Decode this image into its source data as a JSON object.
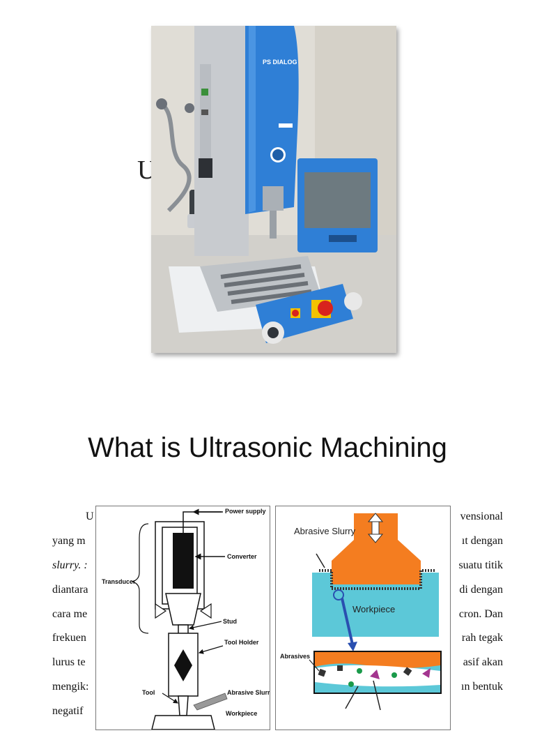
{
  "slide1": {
    "partial_text": "U"
  },
  "photo": {
    "machine_brand_label": "PS DIALOG",
    "colors": {
      "machine_blue": "#2f7fd6",
      "wall": "#dedbd4",
      "base": "#e9ecef",
      "stop_red": "#d8231d",
      "warning_yellow": "#f2c200"
    }
  },
  "slide2": {
    "title": "What is Ultrasonic Machining",
    "left_lines": [
      "U",
      "yang m",
      "slurry. :",
      "diantara",
      "cara me",
      "frekuen",
      "lurus te",
      "mengik:",
      "negatif"
    ],
    "right_lines": [
      "vensional",
      "ıt dengan",
      "suatu titik",
      "di dengan",
      "cron. Dan",
      "rah tegak",
      "asif akan",
      "ın bentuk"
    ]
  },
  "diagram_left": {
    "labels": {
      "power_supply": "Power supply",
      "converter": "Converter",
      "transducer": "Transducer",
      "stud": "Stud",
      "tool_holder": "Tool Holder",
      "tool": "Tool",
      "abrasive_slurry": "Abrasive Slurry",
      "workpiece": "Workpiece"
    }
  },
  "diagram_right": {
    "labels": {
      "abrasive_slurry": "Abrasive Slurry",
      "workpiece": "Workpiece",
      "abrasives": "Abrasives"
    },
    "colors": {
      "tool_orange": "#f47d20",
      "workpiece_cyan": "#5cc8d8",
      "arrow_blue": "#2a4fb0"
    }
  }
}
